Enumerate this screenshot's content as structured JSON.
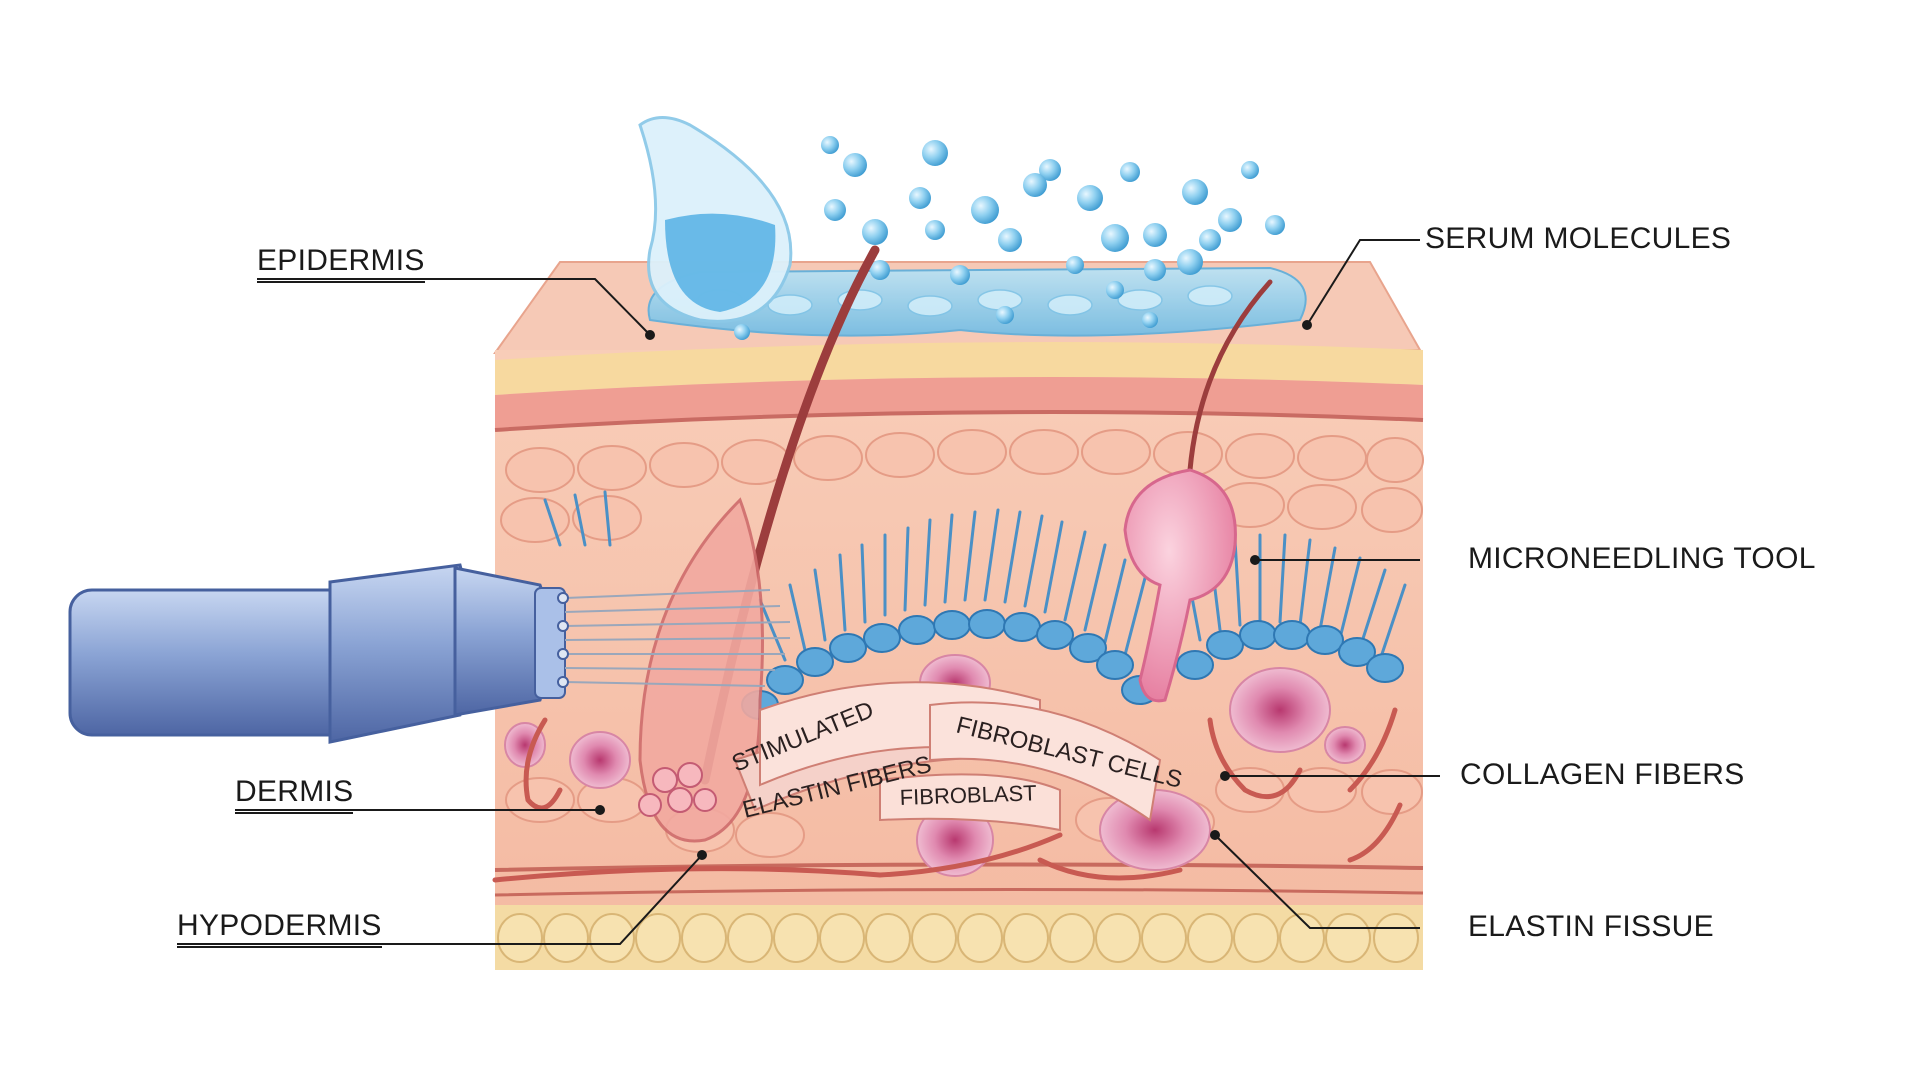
{
  "labels": {
    "epidermis": "EPIDERMIS",
    "dermis": "DERMIS",
    "hypodermis": "HYPODERMIS",
    "serum_molecules": "SERUM MOLECULES",
    "microneedling_tool": "MICRONEEDLING TOOL",
    "collagen_fibers": "COLLAGEN FIBERS",
    "elastin_fissue": "ELASTIN FISSUE"
  },
  "ribbon": {
    "line1": "STIMULATED",
    "line2": "ELASTIN FIBERS",
    "fibroblast_cells": "FIBROBLAST CELLS",
    "fibroblast": "FIBROBLAST"
  },
  "colors": {
    "skin": "#f6c2ad",
    "skin_dark": "#e99a86",
    "serum": "#7fc7ea",
    "needle": "#4a90c6",
    "fat": "#f4dba4",
    "hair": "#9c3d3d",
    "device": "#7f98cf",
    "cell": "#d86a93"
  }
}
